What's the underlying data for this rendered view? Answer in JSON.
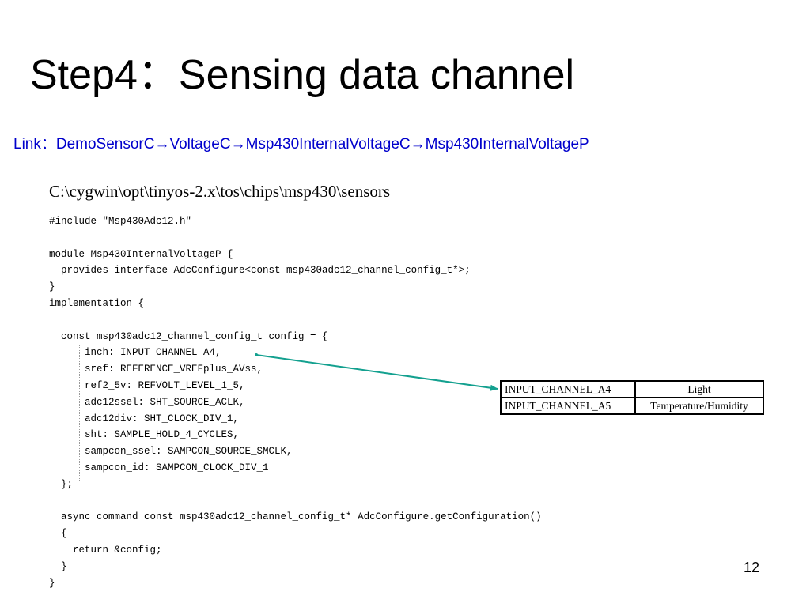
{
  "title": "Step4：Sensing data channel",
  "link": "Link：DemoSensorC→VoltageC→Msp430InternalVoltageC→Msp430InternalVoltageP",
  "path": "C:\\cygwin\\opt\\tinyos-2.x\\tos\\chips\\msp430\\sensors",
  "code": [
    "#include \"Msp430Adc12.h\"",
    "",
    "module Msp430InternalVoltageP {",
    "  provides interface AdcConfigure<const msp430adc12_channel_config_t*>;",
    "}",
    "implementation {",
    "",
    "  const msp430adc12_channel_config_t config = {",
    "      inch: INPUT_CHANNEL_A4,",
    "      sref: REFERENCE_VREFplus_AVss,",
    "      ref2_5v: REFVOLT_LEVEL_1_5,",
    "      adc12ssel: SHT_SOURCE_ACLK,",
    "      adc12div: SHT_CLOCK_DIV_1,",
    "      sht: SAMPLE_HOLD_4_CYCLES,",
    "      sampcon_ssel: SAMPCON_SOURCE_SMCLK,",
    "      sampcon_id: SAMPCON_CLOCK_DIV_1",
    "  };",
    "",
    "  async command const msp430adc12_channel_config_t* AdcConfigure.getConfiguration()",
    "  {",
    "    return &config;",
    "  }",
    "}"
  ],
  "channel_table": [
    {
      "channel": "INPUT_CHANNEL_A4",
      "sensor": "Light"
    },
    {
      "channel": "INPUT_CHANNEL_A5",
      "sensor": "Temperature/Humidity"
    }
  ],
  "page_number": "12",
  "colors": {
    "link": "#0000cc",
    "arrow": "#13a08f"
  }
}
